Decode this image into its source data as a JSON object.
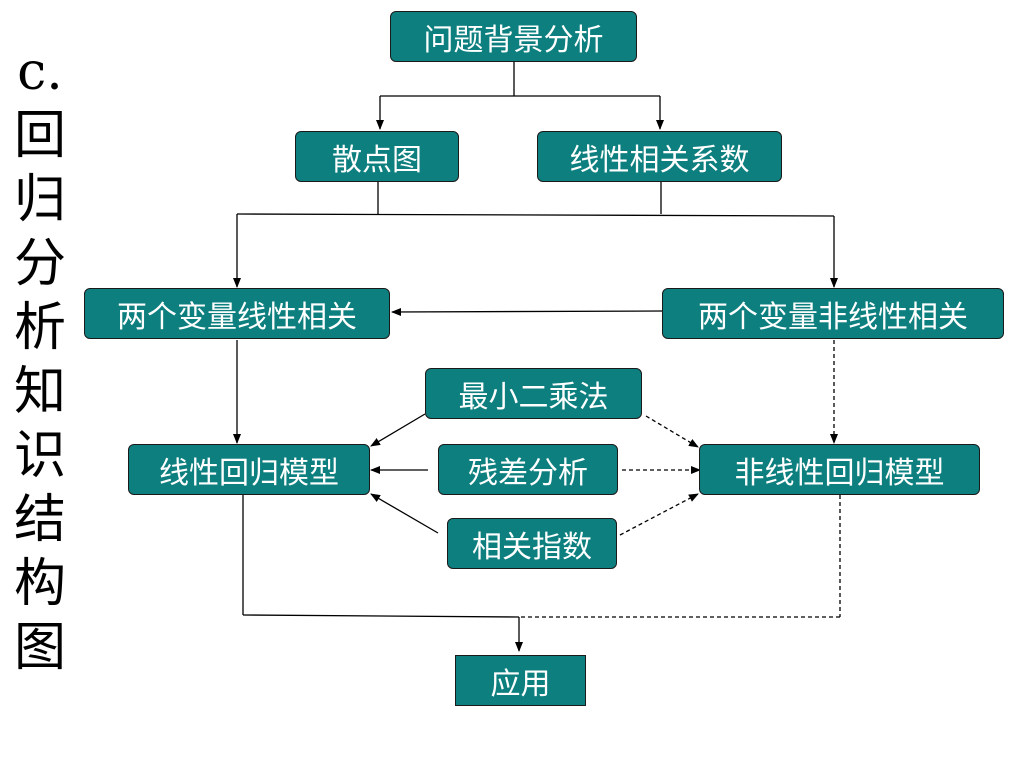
{
  "side_title": "c.回归分析知识结构图",
  "nodes": {
    "background": "问题背景分析",
    "scatter": "散点图",
    "correlation": "线性相关系数",
    "linear_related": "两个变量线性相关",
    "nonlinear_related": "两个变量非线性相关",
    "least_squares": "最小二乘法",
    "linear_model": "线性回归模型",
    "residual": "残差分析",
    "nonlinear_model": "非线性回归模型",
    "corr_index": "相关指数",
    "application": "应用"
  },
  "colors": {
    "node_fill": "#0e7f7f",
    "node_text": "#ffffff",
    "line": "#000000"
  }
}
